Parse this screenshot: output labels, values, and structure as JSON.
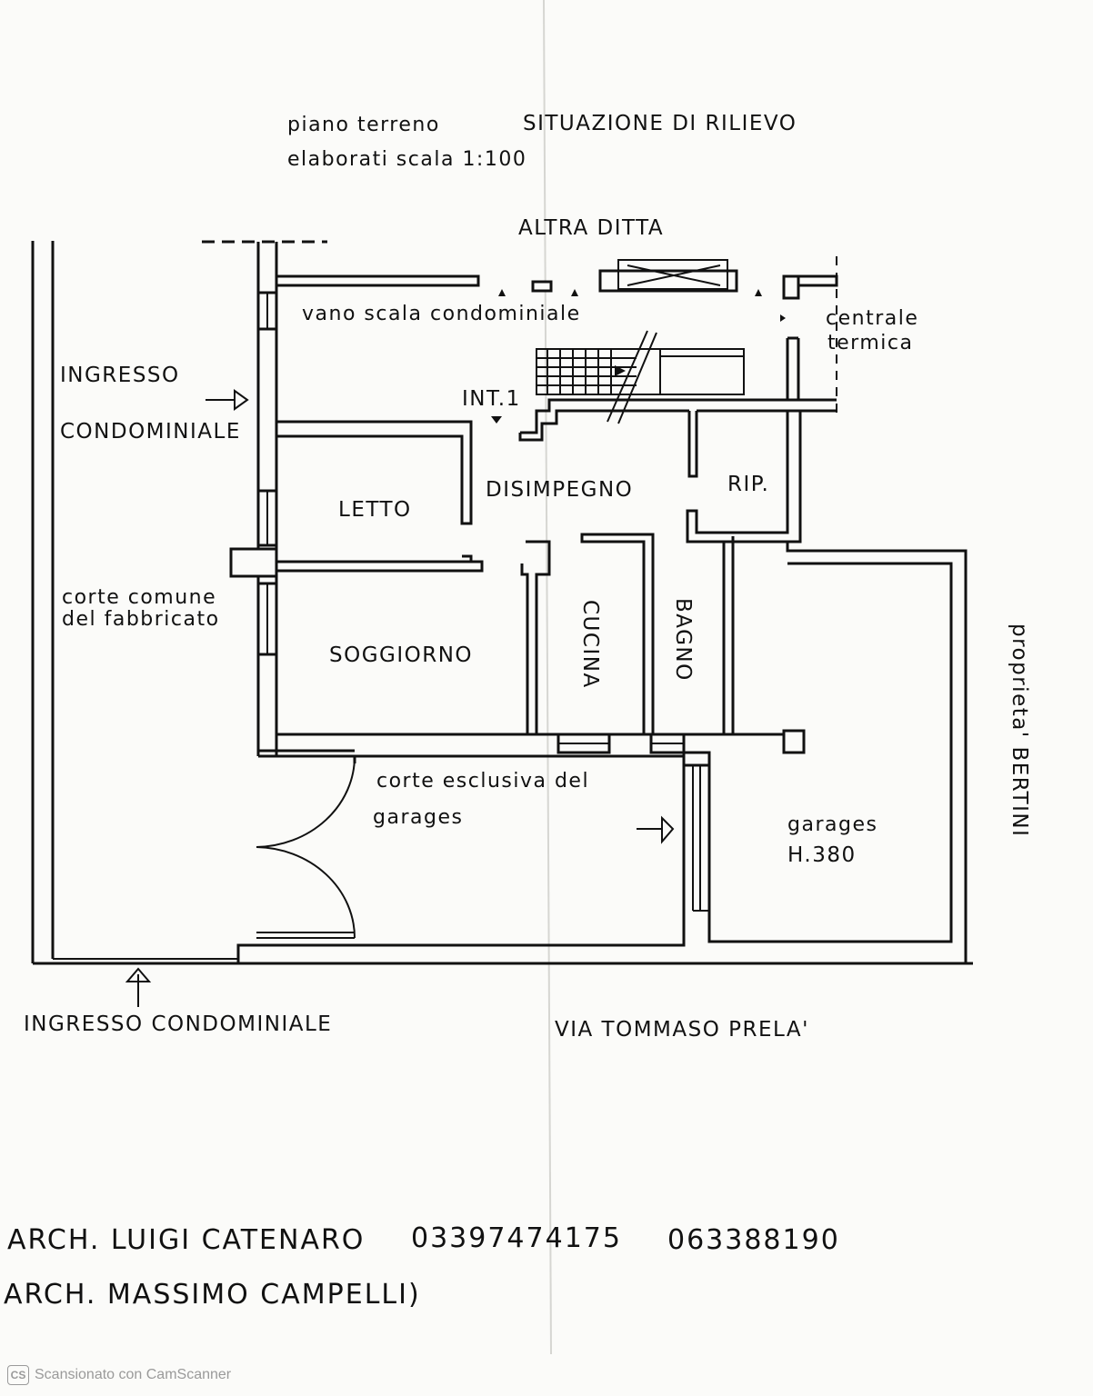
{
  "header": {
    "floor": "piano terreno",
    "situation": "SITUAZIONE DI RILIEVO",
    "scale": "elaborati scala 1:100"
  },
  "labels": {
    "altra_ditta": "ALTRA DITTA",
    "vano_scala": "vano scala condominiale",
    "centrale_1": "centrale",
    "centrale_2": "termica",
    "ingresso_1": "INGRESSO",
    "ingresso_2": "CONDOMINIALE",
    "int1": "INT.1",
    "disimpegno": "DISIMPEGNO",
    "rip": "RIP.",
    "letto": "LETTO",
    "corte_comune_1": "corte comune",
    "corte_comune_2": "del fabbricato",
    "soggiorno": "SOGGIORNO",
    "cucina": "CUCINA",
    "bagno": "BAGNO",
    "proprieta": "proprieta' BERTINI",
    "corte_esclusiva_1": "corte esclusiva del",
    "corte_esclusiva_2": "garages",
    "garages": "garages",
    "garages_h": "H.380",
    "ingresso_bottom": "INGRESSO CONDOMINIALE",
    "via": "VIA TOMMASO PRELA'"
  },
  "credits": {
    "line1_name": "ARCH. LUIGI CATENARO",
    "line1_phone1": "03397474175",
    "line1_phone2": "063388190",
    "line2": "ARCH. MASSIMO CAMPELLI)"
  },
  "footer": {
    "logo": "CS",
    "text": "Scansionato con CamScanner"
  }
}
